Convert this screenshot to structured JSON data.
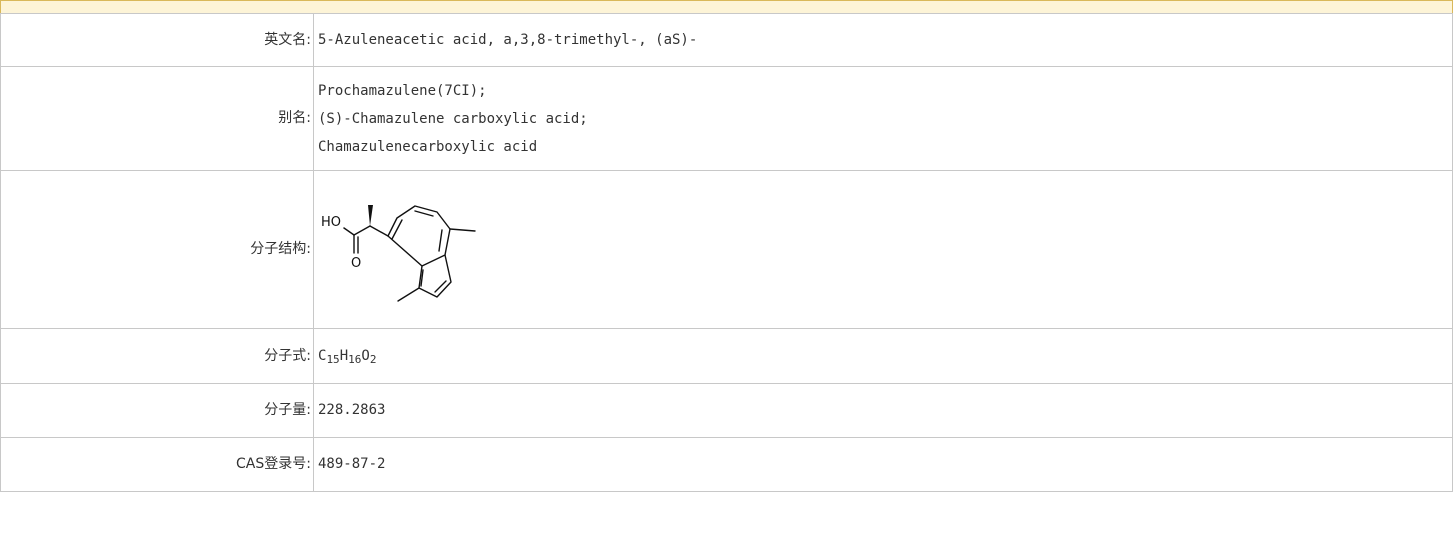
{
  "rows": {
    "english_name": {
      "label": "英文名:",
      "value": "5-Azuleneacetic acid, a,3,8-trimethyl-, (aS)-"
    },
    "aliases": {
      "label": "别名:",
      "items": [
        "Prochamazulene(7CI);",
        "(S)-Chamazulene carboxylic acid;",
        "Chamazulenecarboxylic acid"
      ]
    },
    "structure": {
      "label": "分子结构:",
      "atom_labels": {
        "hydroxyl": "HO",
        "oxygen": "O"
      }
    },
    "formula": {
      "label": "分子式:",
      "parts": [
        {
          "el": "C",
          "n": "15"
        },
        {
          "el": "H",
          "n": "16"
        },
        {
          "el": "O",
          "n": "2"
        }
      ]
    },
    "molecular_weight": {
      "label": "分子量:",
      "value": "228.2863"
    },
    "cas": {
      "label": "CAS登录号:",
      "value": "489-87-2"
    }
  },
  "colors": {
    "header_bg": "#fdf4d7",
    "header_border": "#d9b85a",
    "grid_border": "#c8c8c8",
    "text": "#333333"
  }
}
